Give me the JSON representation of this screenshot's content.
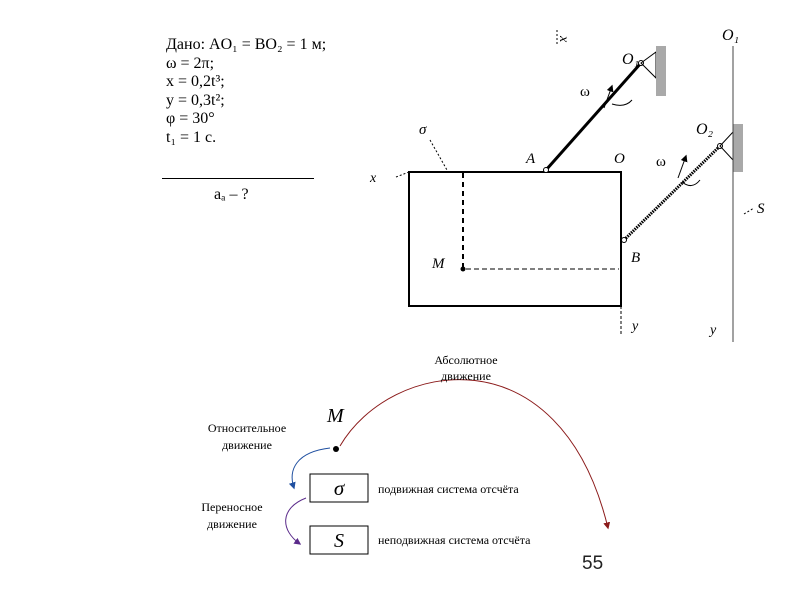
{
  "given": {
    "lines": [
      "Дано: AO₁ = BO₂ = 1 м;",
      "ω = 2π;",
      "x = 0,2t³;",
      "y = 0,3t²;",
      "φ = 30°",
      "t₁ = 1 c."
    ],
    "question": "aₐ – ?"
  },
  "mechanism": {
    "point_o1": "O₁",
    "point_o2": "O₂",
    "point_a": "A",
    "point_b": "B",
    "point_o": "O",
    "point_m": "M",
    "omega_1": "ω",
    "omega_2": "ω",
    "axis_x": "x",
    "axis_y": "y",
    "axis_x1": "x",
    "axis_y1": "y",
    "frame_sigma": "σ",
    "frame_s": "S",
    "o1_top": "O₁"
  },
  "scheme": {
    "point_m": "M",
    "absolute_line1": "Абсолютное",
    "absolute_line2": "движение",
    "relative_line1": "Относительное",
    "relative_line2": "движение",
    "transfer_line1": "Переносное",
    "transfer_line2": "движение",
    "sigma_box": "σ",
    "s_box": "S",
    "moving_frame": "подвижная система отсчёта",
    "fixed_frame": "неподвижная система отсчёта"
  },
  "colors": {
    "absolute_arc": "#8b1a1a",
    "relative_arrow": "#1f4fa0",
    "transfer_arrow": "#5a2a8a",
    "wall": "#a9a9a9"
  },
  "page_number": "55"
}
